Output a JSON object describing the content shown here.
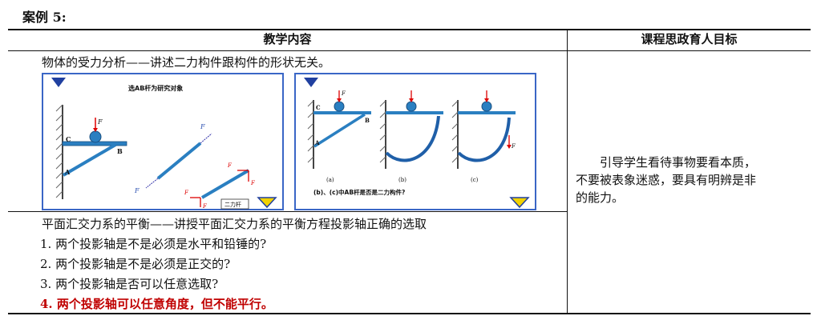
{
  "case_label": "案例 5:",
  "table": {
    "col1_header": "教学内容",
    "col2_header": "课程思政育人目标",
    "row1": {
      "title": "物体的受力分析——讲述二力构件跟构件的形状无关。",
      "figure1": {
        "caption": "选AB杆为研究对象",
        "label_C": "C",
        "label_B": "B",
        "label_A": "A",
        "force_F": "F",
        "force_FB": "F",
        "force_FA": "F",
        "force_Fbx": "F",
        "force_Fby": "F",
        "force_Fax": "F",
        "force_Fay": "F",
        "box_label": "二力杆"
      },
      "figure2": {
        "caption": "(b)、(c)中AB杆是否是二力构件?",
        "sub_a": "(a)",
        "sub_b": "(b)",
        "sub_c": "(c)",
        "label_C": "C",
        "label_B": "B",
        "label_A": "A",
        "force_F": "F",
        "force_F1": "F"
      }
    },
    "row2": {
      "title": "平面汇交力系的平衡——讲授平面汇交力系的平衡方程投影轴正确的选取",
      "items": [
        "1. 两个投影轴是不是必须是水平和铅锤的?",
        "2. 两个投影轴是不是必须是正交的?",
        "3. 两个投影轴是否可以任意选取?",
        "4. 两个投影轴可以任意角度，但不能平行。"
      ]
    },
    "goal_lines": [
      "引导学生看待事物要看本质，",
      "不要被表象迷惑，要具有明辨是非",
      "的能力。"
    ]
  },
  "colors": {
    "accent_red": "#c00000",
    "slide_border": "#3a66c6",
    "rod_blue": "#2a7fc1",
    "triangle_yellow": "#f2d200",
    "triangle_blue": "#2040a0"
  }
}
